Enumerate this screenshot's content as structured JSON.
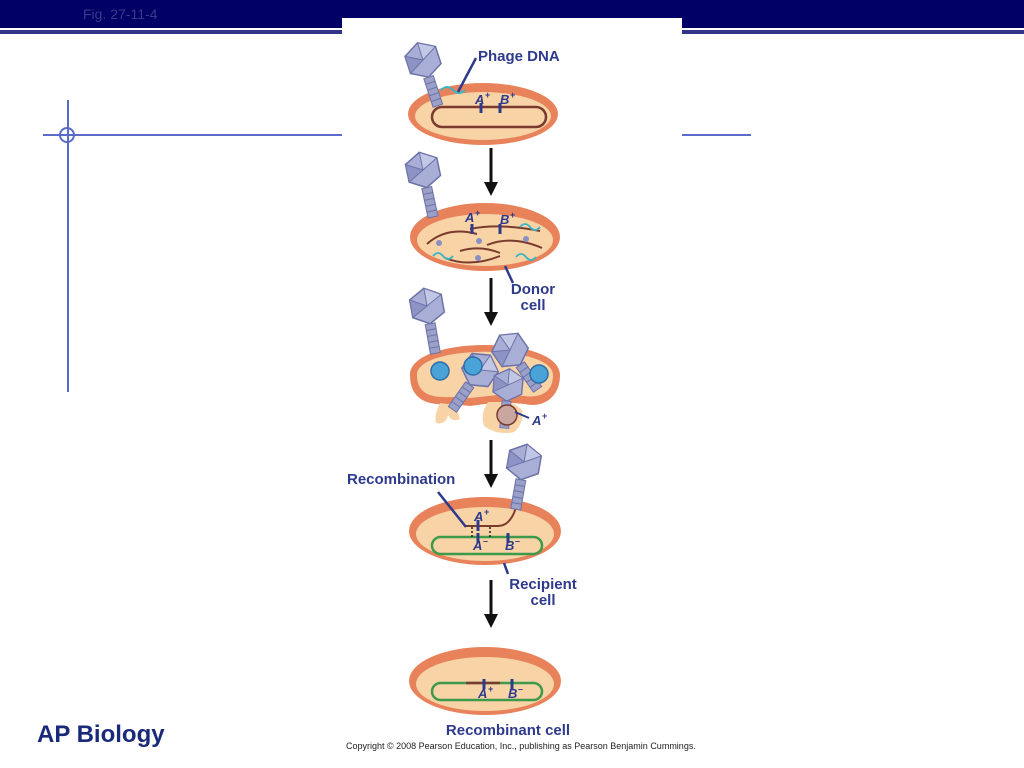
{
  "header": {
    "fig_label": "Fig. 27-11-4"
  },
  "footer": {
    "brand": "AP Biology",
    "copyright": "Copyright © 2008 Pearson Education, Inc., publishing as Pearson Benjamin Cummings."
  },
  "diagram": {
    "labels": {
      "phage_dna": "Phage DNA",
      "donor_line1": "Donor",
      "donor_line2": "cell",
      "recombination": "Recombination",
      "recipient_line1": "Recipient",
      "recipient_line2": "cell",
      "recombinant_cell": "Recombinant cell"
    },
    "genes": {
      "a_plus": "A",
      "b_plus": "B",
      "a_minus": "A",
      "b_minus": "B",
      "plus": "+",
      "minus": "–"
    }
  },
  "colors": {
    "cell_outer": "#e8825a",
    "cell_inner": "#f7d3a6",
    "chromosome_donor": "#7a3b2e",
    "chromosome_recipient": "#3c9a4a",
    "phage_dna": "#3cb4c8",
    "phage": "#9aa0c8",
    "label": "#2e3a8c",
    "arrow": "#111111"
  }
}
